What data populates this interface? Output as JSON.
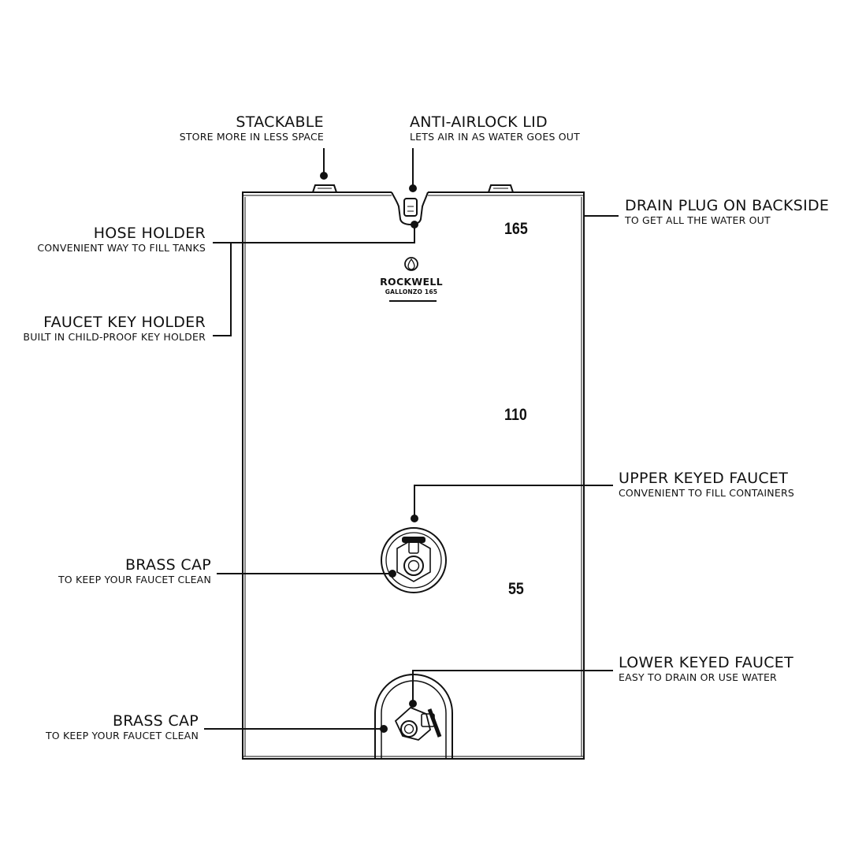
{
  "callouts": {
    "stackable": {
      "title": "STACKABLE",
      "sub": "STORE MORE IN LESS SPACE"
    },
    "anti_airlock": {
      "title": "ANTI-AIRLOCK LID",
      "sub": "LETS AIR IN AS WATER GOES OUT"
    },
    "drain_plug": {
      "title": "DRAIN PLUG ON BACKSIDE",
      "sub": "TO GET ALL THE WATER OUT"
    },
    "hose_holder": {
      "title": "HOSE HOLDER",
      "sub": "CONVENIENT WAY TO FILL TANKS"
    },
    "faucet_key_holder": {
      "title": "FAUCET KEY HOLDER",
      "sub": "BUILT IN CHILD-PROOF KEY HOLDER"
    },
    "upper_faucet": {
      "title": "UPPER KEYED FAUCET",
      "sub": "CONVENIENT TO FILL CONTAINERS"
    },
    "brass_cap_upper": {
      "title": "BRASS CAP",
      "sub": "TO KEEP YOUR FAUCET CLEAN"
    },
    "lower_faucet": {
      "title": "LOWER KEYED FAUCET",
      "sub": "EASY TO DRAIN OR USE WATER"
    },
    "brass_cap_lower": {
      "title": "BRASS CAP",
      "sub": "TO KEEP YOUR FAUCET CLEAN"
    }
  },
  "tank": {
    "brand_name": "ROCKWELL",
    "model": "GALLONZO 165",
    "gauge_marks": [
      "165",
      "110",
      "55"
    ]
  },
  "colors": {
    "line": "#111111",
    "background": "#ffffff"
  }
}
